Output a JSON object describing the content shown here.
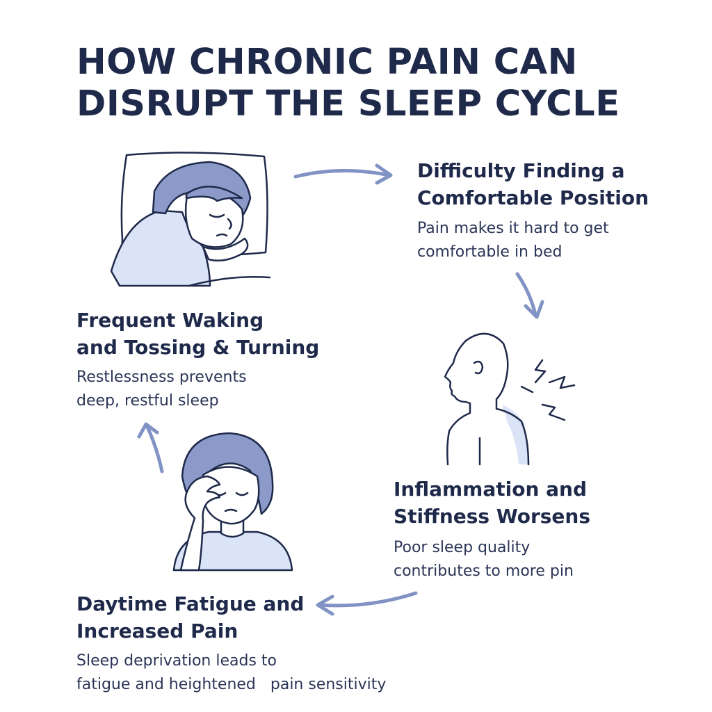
{
  "title": {
    "line1": "HOW CHRONIC PAIN CAN",
    "line2": "DISRUPT THE SLEEP CYCLE"
  },
  "colors": {
    "navy": "#1f2a4b",
    "accent_fill": "#dbe3f7",
    "hair_fill": "#8b9ac9",
    "arrow": "#8093c4"
  },
  "steps": [
    {
      "heading_line1": "Difficulty Finding a",
      "heading_line2": "Comfortable Position",
      "desc_line1": "Pain makes it hard to get",
      "desc_line2": "comfortable in bed"
    },
    {
      "heading_line1": "Inflammation and",
      "heading_line2": "Stiffness Worsens",
      "desc_line1": "Poor sleep quality",
      "desc_line2": "contributes to more pin"
    },
    {
      "heading_line1": "Daytime Fatigue and",
      "heading_line2": "Increased Pain",
      "desc_line1": "Sleep deprivation leads to",
      "desc_line2": "fatigue and heightened   pain sensitivity"
    },
    {
      "heading_line1": "Frequent Waking",
      "heading_line2": "and Tossing & Turning",
      "desc_line1": "Restlessness prevents",
      "desc_line2": "deep, restful sleep"
    }
  ],
  "illustrations": {
    "sleeping": "sleeping-woman-icon",
    "profile": "head-profile-pain-icon",
    "tired": "tired-woman-icon"
  }
}
